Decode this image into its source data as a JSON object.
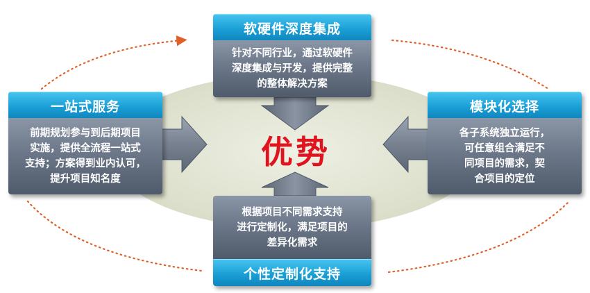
{
  "center": "优势",
  "cards": {
    "top": {
      "title": "软硬件深度集成",
      "lines": [
        "针对不同行业，通过软硬件",
        "深度集成与开发，提供完整",
        "的整体解决方案"
      ]
    },
    "left": {
      "title": "一站式服务",
      "lines": [
        "前期规划参与到后期项目",
        "实施，提供全流程一站式",
        "支持；方案得到业内认可，",
        "提升项目知名度"
      ]
    },
    "right": {
      "title": "模块化选择",
      "lines": [
        "各子系统独立运行，",
        "可任意组合满足不",
        "同项目的需求，契",
        "合项目的定位"
      ]
    },
    "bottom": {
      "title": "个性定制化支持",
      "lines": [
        "根据项目不同需求支持",
        "进行定制化，满足项目的",
        "差异化需求"
      ]
    }
  },
  "colors": {
    "accent_red": "#e0141e",
    "header_blue": "#1a9fd6",
    "body_gray": "#6c7889",
    "dotted_orbit": "#e0602a",
    "ellipse": "#e4e8d6"
  }
}
